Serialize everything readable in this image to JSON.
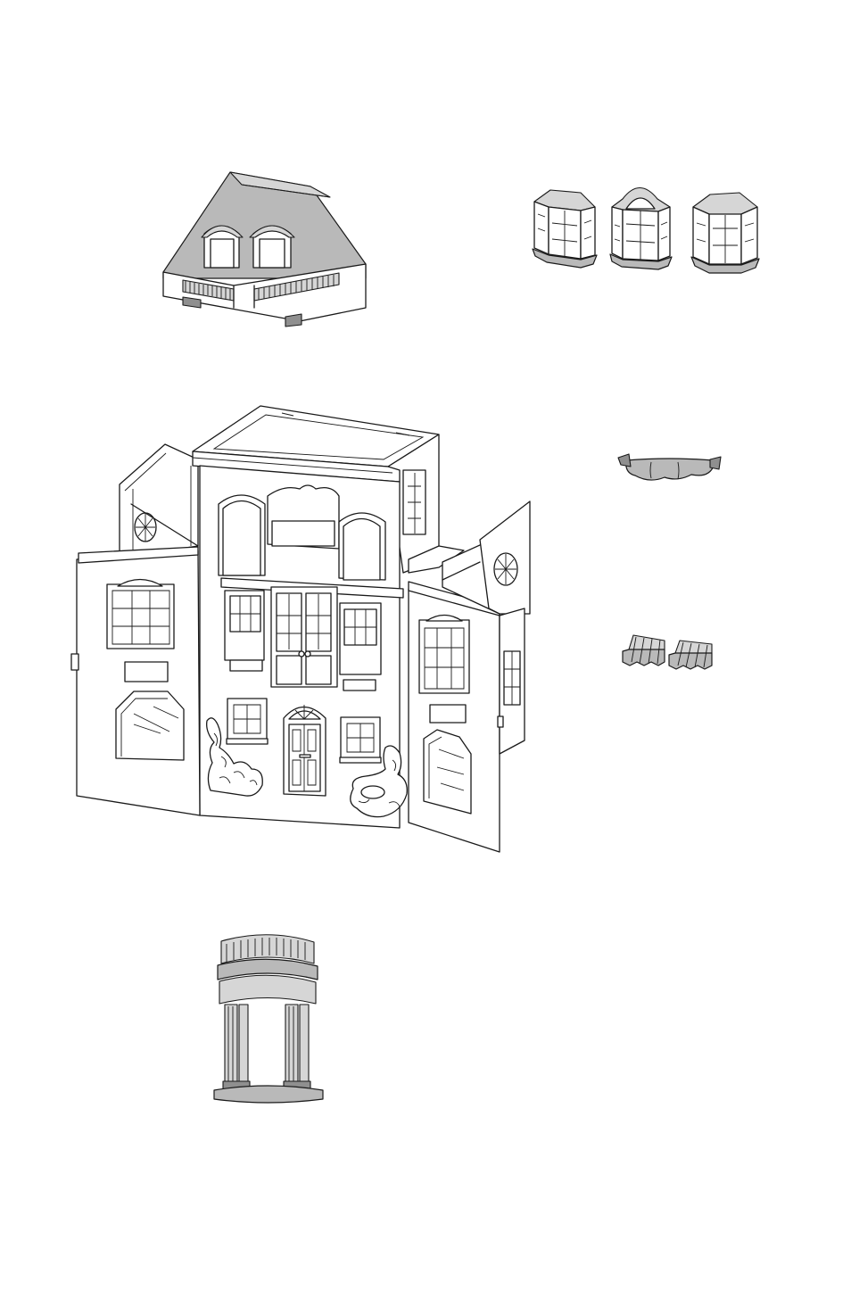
{
  "page": {
    "background": "#ffffff",
    "parts": [
      {
        "id": "roof",
        "description_icon": "mansard-roof-piece"
      },
      {
        "id": "bay-windows",
        "count": 3
      },
      {
        "id": "curtain-valance"
      },
      {
        "id": "awnings",
        "count": 2
      },
      {
        "id": "dollhouse",
        "state": "open"
      },
      {
        "id": "balcony-portico"
      }
    ],
    "colors": {
      "line": "#1a1a1a",
      "part_fill": "#b9b9b9",
      "part_light": "#d6d6d6",
      "part_dark": "#8f8f8f"
    }
  }
}
